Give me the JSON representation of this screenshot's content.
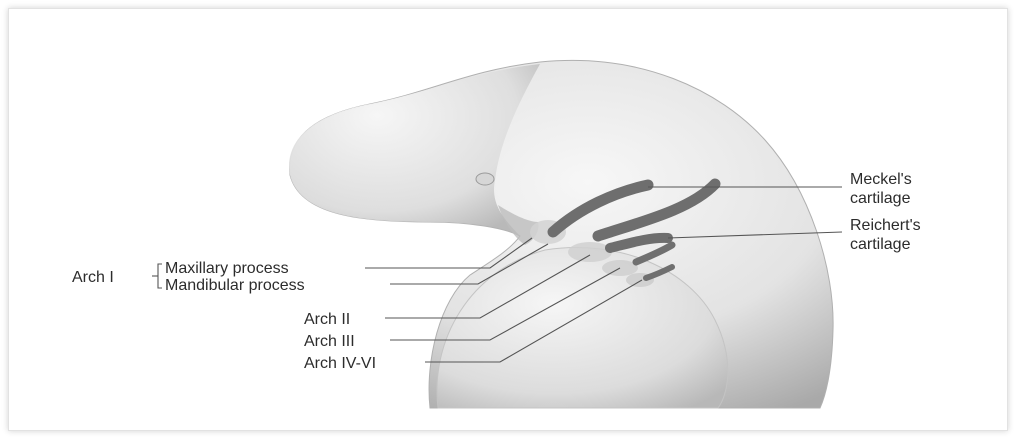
{
  "labels": {
    "meckel_line1": "Meckel's",
    "meckel_line2": "cartilage",
    "reichert_line1": "Reichert's",
    "reichert_line2": "cartilage",
    "arch1": "Arch I",
    "maxillary": "Maxillary process",
    "mandibular": "Mandibular process",
    "arch2": "Arch II",
    "arch3": "Arch III",
    "arch4_6": "Arch IV-VI"
  },
  "colors": {
    "embryo_light": "#f4f4f4",
    "embryo_mid": "#d9d9d9",
    "embryo_dark": "#9a9a9a",
    "cartilage": "#6e6e6e",
    "leader_line": "#555555"
  }
}
